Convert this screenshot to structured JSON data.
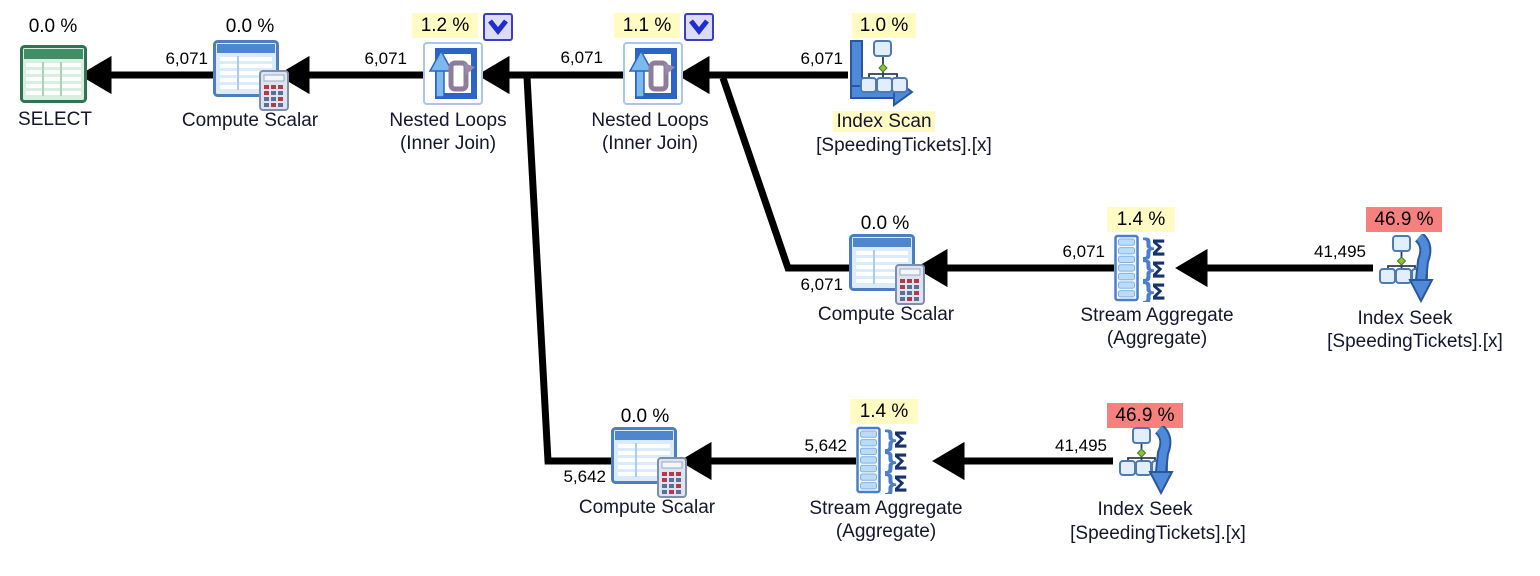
{
  "diagram": {
    "title": "SQL Server graphical execution plan",
    "colors": {
      "highlight_yellow": "#FFFBC2",
      "highlight_red": "#F5807D",
      "arrow": "#000000",
      "label_text": "#15152E"
    },
    "nodes": [
      {
        "id": "select",
        "icon": "result-table-icon",
        "pct": "0.0 %",
        "pct_highlight": "none",
        "label": "SELECT"
      },
      {
        "id": "compute-scalar-1",
        "icon": "compute-scalar-icon",
        "pct": "0.0 %",
        "pct_highlight": "none",
        "label": "Compute Scalar"
      },
      {
        "id": "nested-loops-1",
        "icon": "nested-loops-icon",
        "pct": "1.2 %",
        "pct_highlight": "yellow",
        "label": "Nested Loops",
        "sublabel": "(Inner Join)",
        "dropdown": true
      },
      {
        "id": "nested-loops-2",
        "icon": "nested-loops-icon",
        "pct": "1.1 %",
        "pct_highlight": "yellow",
        "label": "Nested Loops",
        "sublabel": "(Inner Join)",
        "dropdown": true
      },
      {
        "id": "index-scan",
        "icon": "index-scan-icon",
        "pct": "1.0 %",
        "pct_highlight": "yellow",
        "label": "Index Scan",
        "label_highlight": "yellow",
        "sublabel": "[SpeedingTickets].[x]"
      },
      {
        "id": "compute-scalar-2",
        "icon": "compute-scalar-icon",
        "pct": "0.0 %",
        "pct_highlight": "none",
        "label": "Compute Scalar"
      },
      {
        "id": "stream-aggregate-1",
        "icon": "stream-aggregate-icon",
        "pct": "1.4 %",
        "pct_highlight": "yellow",
        "label": "Stream Aggregate",
        "sublabel": "(Aggregate)"
      },
      {
        "id": "index-seek-1",
        "icon": "index-seek-icon",
        "pct": "46.9 %",
        "pct_highlight": "red",
        "label": "Index Seek",
        "sublabel": "[SpeedingTickets].[x]"
      },
      {
        "id": "compute-scalar-3",
        "icon": "compute-scalar-icon",
        "pct": "0.0 %",
        "pct_highlight": "none",
        "label": "Compute Scalar"
      },
      {
        "id": "stream-aggregate-2",
        "icon": "stream-aggregate-icon",
        "pct": "1.4 %",
        "pct_highlight": "yellow",
        "label": "Stream Aggregate",
        "sublabel": "(Aggregate)"
      },
      {
        "id": "index-seek-2",
        "icon": "index-seek-icon",
        "pct": "46.9 %",
        "pct_highlight": "red",
        "label": "Index Seek",
        "sublabel": "[SpeedingTickets].[x]"
      }
    ],
    "edges": [
      {
        "from": "compute-scalar-1",
        "to": "select",
        "rows": "6,071"
      },
      {
        "from": "nested-loops-1",
        "to": "compute-scalar-1",
        "rows": "6,071"
      },
      {
        "from": "nested-loops-2",
        "to": "nested-loops-1",
        "rows": "6,071"
      },
      {
        "from": "index-scan",
        "to": "nested-loops-2",
        "rows": "6,071"
      },
      {
        "from": "compute-scalar-2",
        "to": "nested-loops-2",
        "rows": "6,071"
      },
      {
        "from": "stream-aggregate-1",
        "to": "compute-scalar-2",
        "rows": "6,071"
      },
      {
        "from": "index-seek-1",
        "to": "stream-aggregate-1",
        "rows": "41,495"
      },
      {
        "from": "compute-scalar-3",
        "to": "nested-loops-1",
        "rows": "5,642"
      },
      {
        "from": "stream-aggregate-2",
        "to": "compute-scalar-3",
        "rows": "5,642"
      },
      {
        "from": "index-seek-2",
        "to": "stream-aggregate-2",
        "rows": "41,495"
      }
    ]
  }
}
